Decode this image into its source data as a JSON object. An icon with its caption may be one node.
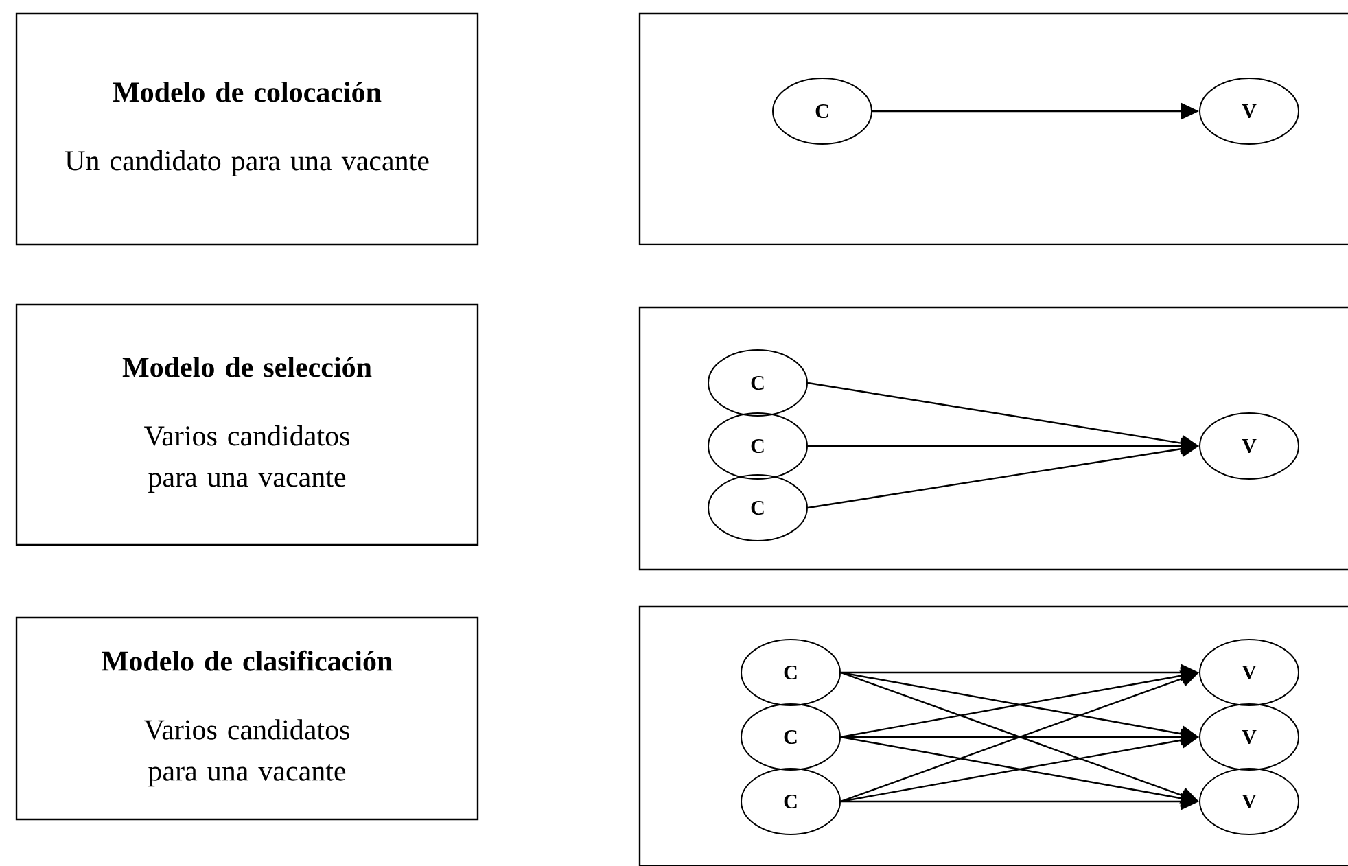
{
  "diagram": {
    "nodes": [
      {
        "text": [
          "Modelo de colocación",
          "Un candidato para una vacante"
        ]
      },
      {
        "text": [],
        "shape": "box"
      },
      {
        "text": [
          "C"
        ],
        "in": 1
      },
      {
        "text": [
          "V"
        ],
        "in": 1
      },
      {
        "text": [
          "Modelo de selección",
          "Varios candidatos para una vacante"
        ]
      },
      {
        "text": [],
        "shape": "box"
      },
      {
        "text": [
          "C"
        ],
        "in": 5
      },
      {
        "text": [
          "C"
        ],
        "in": 5
      },
      {
        "text": [
          "C"
        ],
        "in": 5
      },
      {
        "text": [
          "V"
        ],
        "in": 5
      },
      {
        "text": [
          "Modelo de clasificación",
          "Varios candidatos para una vacante"
        ]
      },
      {
        "text": [],
        "shape": "box"
      },
      {
        "text": [
          "C"
        ],
        "in": 11
      },
      {
        "text": [
          "C"
        ],
        "in": 11
      },
      {
        "text": [
          "C"
        ],
        "in": 11
      },
      {
        "text": [
          "V"
        ],
        "in": 11
      },
      {
        "text": [
          "V"
        ],
        "in": 11
      },
      {
        "text": [
          "V"
        ],
        "in": 11
      }
    ],
    "edges": [
      {
        "from": 2,
        "to": 3,
        "arrow": "to"
      },
      {
        "from": 6,
        "to": 9,
        "arrow": "to"
      },
      {
        "from": 7,
        "to": 9,
        "arrow": "to"
      },
      {
        "from": 8,
        "to": 9,
        "arrow": "to"
      },
      {
        "from": 12,
        "to": 15,
        "arrow": "to"
      },
      {
        "from": 12,
        "to": 16,
        "arrow": "to"
      },
      {
        "from": 12,
        "to": 17,
        "arrow": "to"
      },
      {
        "from": 13,
        "to": 15,
        "arrow": "to"
      },
      {
        "from": 13,
        "to": 16,
        "arrow": "to"
      },
      {
        "from": 13,
        "to": 17,
        "arrow": "to"
      },
      {
        "from": 14,
        "to": 15,
        "arrow": "to"
      },
      {
        "from": 14,
        "to": 16,
        "arrow": "to"
      },
      {
        "from": 14,
        "to": 17,
        "arrow": "to"
      }
    ]
  }
}
